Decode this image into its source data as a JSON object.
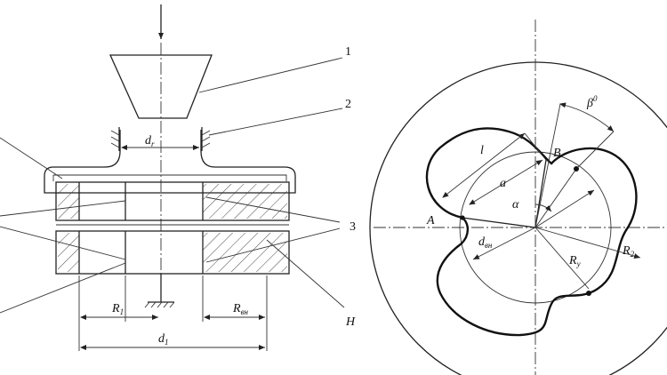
{
  "left_figure": {
    "callouts": [
      "1",
      "2",
      "3",
      "H"
    ],
    "dimensions": {
      "throat": "d",
      "throat_sub": "r",
      "radius_inner": "R",
      "radius_inner_sub": "1",
      "radius_outer": "R",
      "radius_outer_sub": "вн",
      "diameter": "d",
      "diameter_sub": "1"
    }
  },
  "right_figure": {
    "points": {
      "a_point": "A",
      "b_point": "B"
    },
    "labels": {
      "l": "l",
      "a": "a",
      "alpha": "α",
      "beta": "β",
      "beta_sup": "0",
      "d_inner": "d",
      "d_inner_sub": "вн",
      "r_y": "R",
      "r_y_sub": "y",
      "r_2": "R",
      "r_2_sub": "2"
    }
  }
}
